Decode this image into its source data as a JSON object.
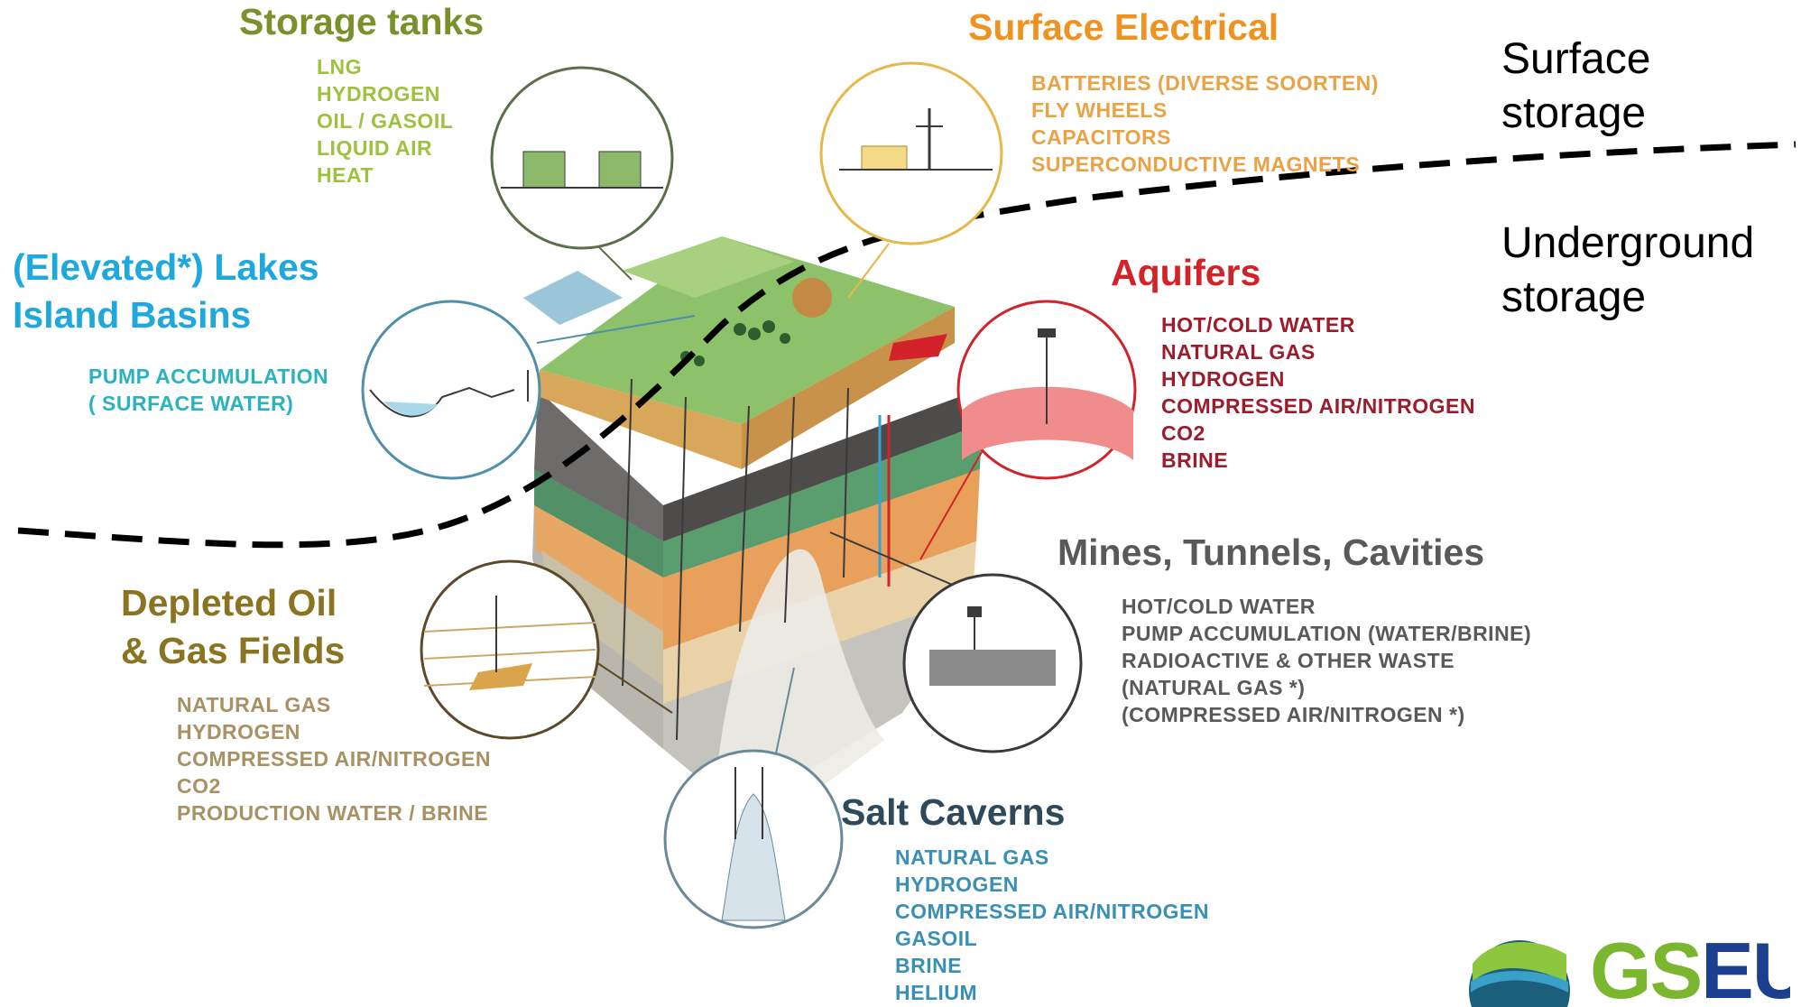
{
  "sections": {
    "storage_tanks": {
      "title": "Storage tanks",
      "items": [
        "LNG",
        "HYDROGEN",
        "OIL / GASOIL",
        "LIQUID AIR",
        "HEAT"
      ]
    },
    "surface_electrical": {
      "title": "Surface Electrical",
      "items": [
        "BATTERIES (DIVERSE SOORTEN)",
        "FLY WHEELS",
        "CAPACITORS",
        "SUPERCONDUCTIVE  MAGNETS"
      ]
    },
    "lakes": {
      "title_line1": "(Elevated*) Lakes",
      "title_line2": "Island Basins",
      "items": [
        "PUMP ACCUMULATION",
        "( SURFACE WATER)"
      ]
    },
    "aquifers": {
      "title": "Aquifers",
      "items": [
        "HOT/COLD WATER",
        "NATURAL GAS",
        "HYDROGEN",
        "COMPRESSED AIR/NITROGEN",
        "CO2",
        "BRINE"
      ]
    },
    "mines": {
      "title": "Mines, Tunnels, Cavities",
      "items": [
        "HOT/COLD WATER",
        "PUMP ACCUMULATION  (WATER/BRINE)",
        "RADIOACTIVE & OTHER WASTE",
        "(NATURAL GAS *)",
        "(COMPRESSED AIR/NITROGEN  *)"
      ]
    },
    "depleted": {
      "title_line1": "Depleted Oil",
      "title_line2": "& Gas Fields",
      "items": [
        "NATURAL  GAS",
        "HYDROGEN",
        "COMPRESSED AIR/NITROGEN",
        "CO2",
        "PRODUCTION  WATER / BRINE"
      ]
    },
    "salt_caverns": {
      "title": "Salt Caverns",
      "items": [
        "NATURAL  GAS",
        "HYDROGEN",
        "COMPRESSED AIR/NITROGEN",
        "GASOIL",
        "BRINE",
        "HELIUM"
      ]
    }
  },
  "zones": {
    "surface": "Surface\nstorage",
    "underground": "Underground\nstorage"
  },
  "logo": {
    "text_gs": "GS",
    "text_eu": "EU"
  },
  "colors": {
    "storage_tanks": "#78912a",
    "surface_electrical": "#ef9320",
    "lakes": "#1fa8dc",
    "aquifers": "#d2232a",
    "mines": "#595959",
    "depleted": "#8a7421",
    "salt_caverns": "#2e4a5a",
    "boundary_line": "#000000"
  }
}
